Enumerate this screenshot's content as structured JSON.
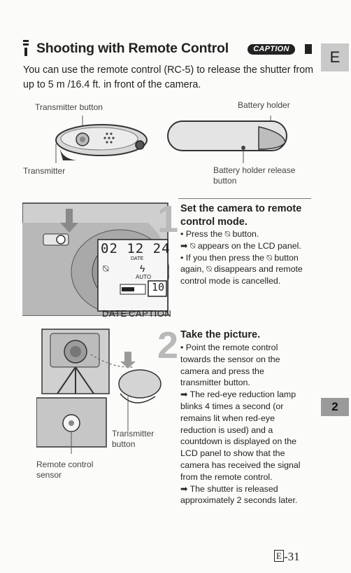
{
  "header": {
    "title": "Shooting with Remote Control",
    "caption_badge": "CAPTION",
    "language_tab": "E",
    "chapter_tab": "2"
  },
  "intro": "You can use the remote control (RC-5) to release the shutter from up to 5 m /16.4 ft. in front of the camera.",
  "diagram_top": {
    "transmitter_button": "Transmitter button",
    "battery_holder": "Battery holder",
    "transmitter": "Transmitter",
    "battery_holder_release": "Battery holder release button"
  },
  "lcd": {
    "digits": "02 12 24",
    "date_small": "DATE",
    "auto": "AUTO",
    "counter": "10",
    "date_label": "DATE",
    "caption_label": "CAPTION"
  },
  "diagram_bottom": {
    "transmitter_button": "Transmitter button",
    "remote_control_sensor": "Remote control sensor"
  },
  "step1": {
    "number": "1",
    "heading": "Set the camera to remote control mode.",
    "lines": [
      "• Press the ⍉ button.",
      "➡ ⍉ appears on the LCD panel.",
      "• If you then press the ⍉ button again, ⍉ disappears and remote control mode is cancelled."
    ]
  },
  "step2": {
    "number": "2",
    "heading": "Take the picture.",
    "lines": [
      "• Point the remote control towards the sensor on the camera and press the transmitter button.",
      "➡ The red-eye reduction lamp blinks 4 times a second (or remains lit when red-eye reduction is used) and a countdown is displayed on the LCD panel to show that the camera has received the signal from the remote control.",
      "➡ The shutter is released approximately 2 seconds later."
    ]
  },
  "footer": {
    "page_letter": "E",
    "page_number": "-31"
  }
}
